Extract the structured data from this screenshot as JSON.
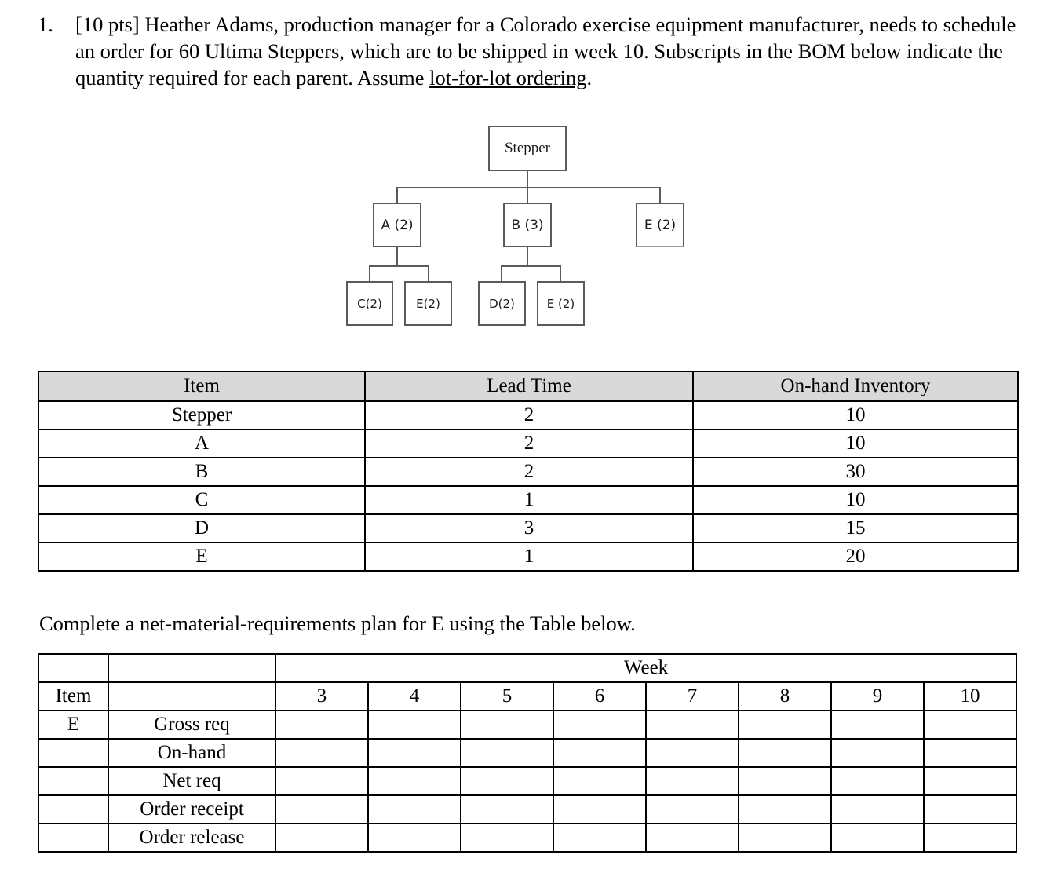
{
  "question": {
    "number": "1.",
    "points_tag": "[10 pts]",
    "body_before_underline": "[10 pts] Heather Adams, production manager for a Colorado exercise equipment manufacturer, needs to schedule an order for 60 Ultima Steppers, which are to be shipped in week 10. Subscripts in the BOM below indicate the quantity required for each parent. Assume ",
    "underlined_phrase": "lot-for-lot ordering",
    "body_after_underline": "."
  },
  "bom": {
    "root": {
      "label": "Stepper"
    },
    "level2": [
      {
        "label": "A (2)"
      },
      {
        "label": "B (3)"
      },
      {
        "label": "E (2)"
      }
    ],
    "level3_under_a": [
      {
        "label": "C(2)"
      },
      {
        "label": "E(2)"
      }
    ],
    "level3_under_b": [
      {
        "label": "D(2)"
      },
      {
        "label": "E (2)"
      }
    ]
  },
  "item_table": {
    "headers": [
      "Item",
      "Lead Time",
      "On-hand Inventory"
    ],
    "header_bg": "#d9d9d9",
    "rows": [
      {
        "item": "Stepper",
        "lead_time": "2",
        "on_hand": "10"
      },
      {
        "item": "A",
        "lead_time": "2",
        "on_hand": "10"
      },
      {
        "item": "B",
        "lead_time": "2",
        "on_hand": "30"
      },
      {
        "item": "C",
        "lead_time": "1",
        "on_hand": "10"
      },
      {
        "item": "D",
        "lead_time": "3",
        "on_hand": "15"
      },
      {
        "item": "E",
        "lead_time": "1",
        "on_hand": "20"
      }
    ]
  },
  "instruction": "Complete a net-material-requirements plan for E using the Table below.",
  "plan_table": {
    "week_group_label": "Week",
    "item_header": "Item",
    "label_header": "",
    "weeks": [
      "3",
      "4",
      "5",
      "6",
      "7",
      "8",
      "9",
      "10"
    ],
    "item_code": "E",
    "rows": [
      {
        "item": "E",
        "label": "Gross req",
        "cells": [
          "",
          "",
          "",
          "",
          "",
          "",
          "",
          ""
        ]
      },
      {
        "item": "",
        "label": "On-hand",
        "cells": [
          "",
          "",
          "",
          "",
          "",
          "",
          "",
          ""
        ]
      },
      {
        "item": "",
        "label": "Net req",
        "cells": [
          "",
          "",
          "",
          "",
          "",
          "",
          "",
          ""
        ]
      },
      {
        "item": "",
        "label": "Order receipt",
        "cells": [
          "",
          "",
          "",
          "",
          "",
          "",
          "",
          ""
        ]
      },
      {
        "item": "",
        "label": "Order release",
        "cells": [
          "",
          "",
          "",
          "",
          "",
          "",
          "",
          ""
        ]
      }
    ]
  }
}
